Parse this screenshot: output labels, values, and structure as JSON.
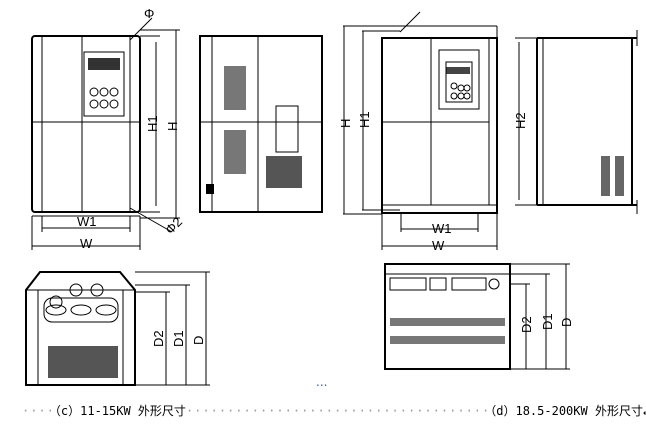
{
  "labels": {
    "a_phi": "Φ",
    "a_H1": "H1",
    "a_H": "H",
    "a_W1": "W1",
    "a_W": "W",
    "a_phi2": "Φ2",
    "c_H": "H",
    "c_H1": "H1",
    "c_H2": "H2",
    "c_W1": "W1",
    "c_W": "W",
    "c_D2": "D2",
    "c_D1": "D1",
    "c_D": "D",
    "d_D2": "D2",
    "d_D1": "D1",
    "d_D": "D",
    "ellipsis": "..."
  },
  "captions": {
    "left_dots": "····",
    "left": "（c）11-15KW 外形尺寸",
    "mid_dots": "·····································",
    "right": "（d）18.5-200KW 外形尺寸↵"
  }
}
